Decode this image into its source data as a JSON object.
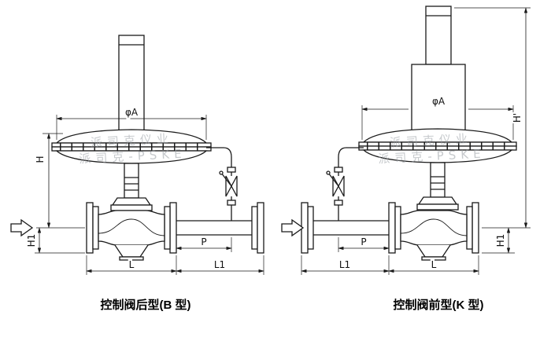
{
  "diagram": {
    "watermark": {
      "line1": "派司克仪业",
      "line2": "派司克-PSKE"
    },
    "left": {
      "caption": "控制阀后型(B 型)",
      "dim_phiA": "φA",
      "dim_H": "H",
      "dim_H1": "H1",
      "dim_P": "P",
      "dim_L": "L",
      "dim_L1": "L1"
    },
    "right": {
      "caption": "控制阀前型(K 型)",
      "dim_phiA": "φA",
      "dim_H": "H'",
      "dim_H1": "H1",
      "dim_P": "P",
      "dim_L": "L",
      "dim_L1": "L1"
    },
    "colors": {
      "line": "#1a1a1a",
      "watermark": "#9aa0a6",
      "background": "#ffffff"
    }
  }
}
